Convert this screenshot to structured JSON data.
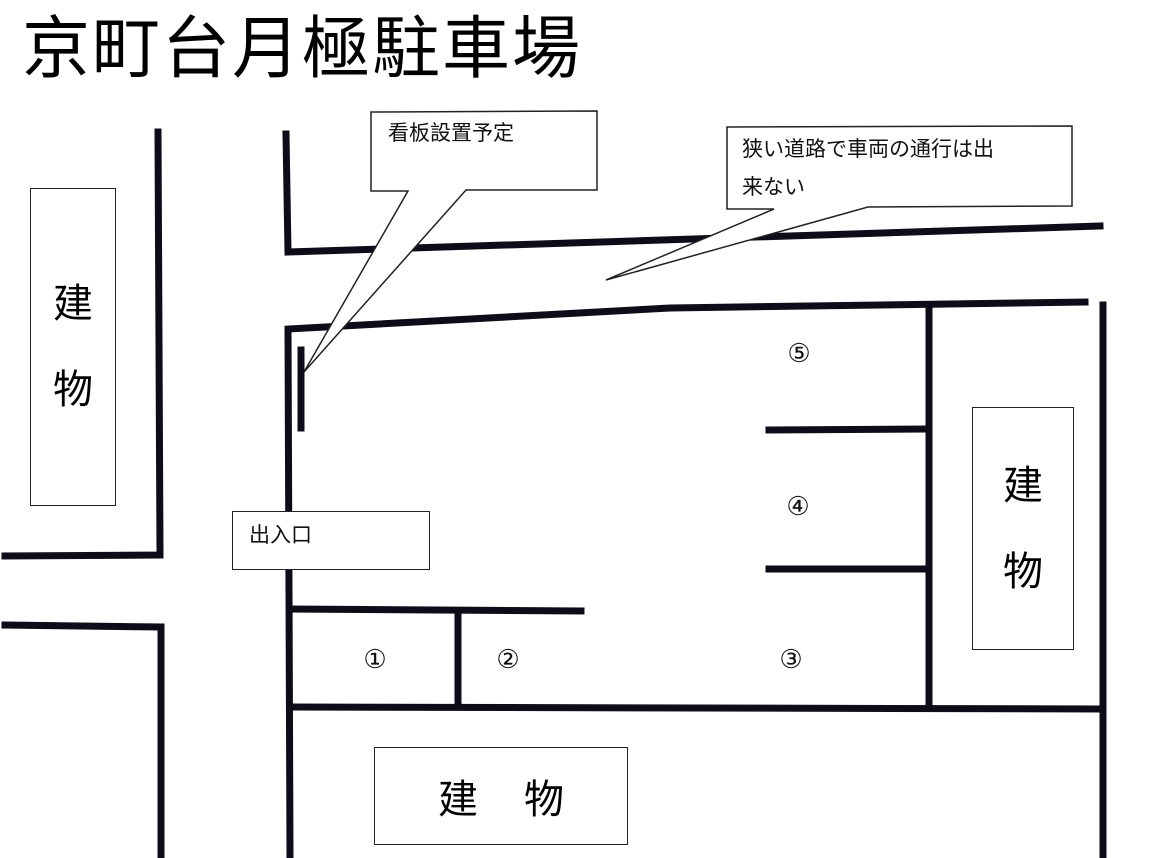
{
  "title": "京町台月極駐車場",
  "colors": {
    "line": "#0d0d1a",
    "background": "#ffffff"
  },
  "callouts": {
    "signboard": "看板設置予定",
    "narrow_road_line1": "狭い道路で車両の通行は出",
    "narrow_road_line2": "来ない",
    "entrance": "出入口"
  },
  "buildings": {
    "left": {
      "char1": "建",
      "char2": "物"
    },
    "right": {
      "char1": "建",
      "char2": "物"
    },
    "bottom": {
      "char1": "建",
      "char2": "物"
    }
  },
  "parking_slots": [
    {
      "label": "①"
    },
    {
      "label": "②"
    },
    {
      "label": "③"
    },
    {
      "label": "④"
    },
    {
      "label": "⑤"
    }
  ]
}
